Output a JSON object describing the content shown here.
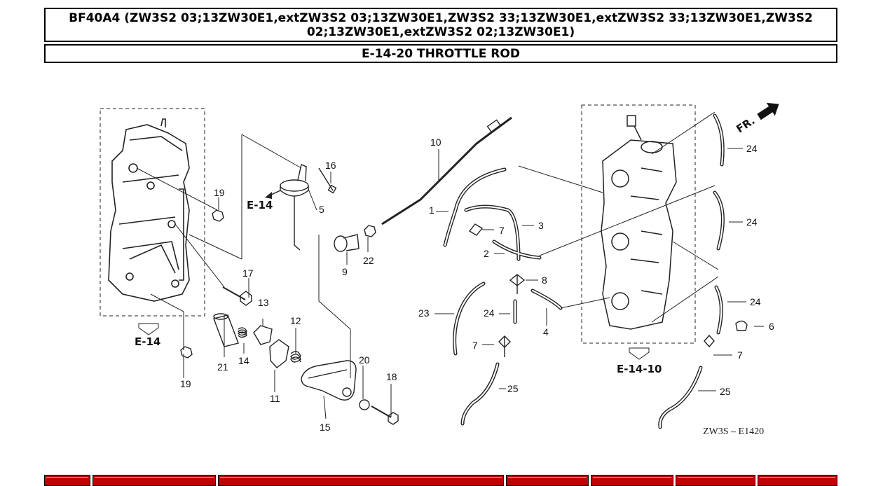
{
  "header": {
    "model_title": "BF40A4 (ZW3S2 03;13ZW30E1,extZW3S2 03;13ZW30E1,ZW3S2 33;13ZW30E1,extZW3S2 33;13ZW30E1,ZW3S2 02;13ZW30E1,extZW3S2 02;13ZW30E1)",
    "section_title": "E-14-20 THROTTLE ROD"
  },
  "diagram": {
    "ref_left": "E-14",
    "ref_bottom_left": "E-14",
    "ref_bottom_right": "E-14-10",
    "front_label": "FR.",
    "diagram_code": "ZW3S – E1420",
    "callouts": {
      "c1": "1",
      "c2": "2",
      "c3": "3",
      "c4": "4",
      "c5": "5",
      "c6": "6",
      "c7a": "7",
      "c7b": "7",
      "c7c": "7",
      "c8": "8",
      "c9": "9",
      "c10": "10",
      "c11": "11",
      "c12": "12",
      "c13": "13",
      "c14": "14",
      "c15": "15",
      "c16": "16",
      "c17": "17",
      "c18": "18",
      "c19a": "19",
      "c19b": "19",
      "c20": "20",
      "c21": "21",
      "c22": "22",
      "c23": "23",
      "c24a": "24",
      "c24b": "24",
      "c24c": "24",
      "c24d": "24",
      "c25a": "25",
      "c25b": "25"
    }
  },
  "colors": {
    "table_header": "#c00000"
  }
}
